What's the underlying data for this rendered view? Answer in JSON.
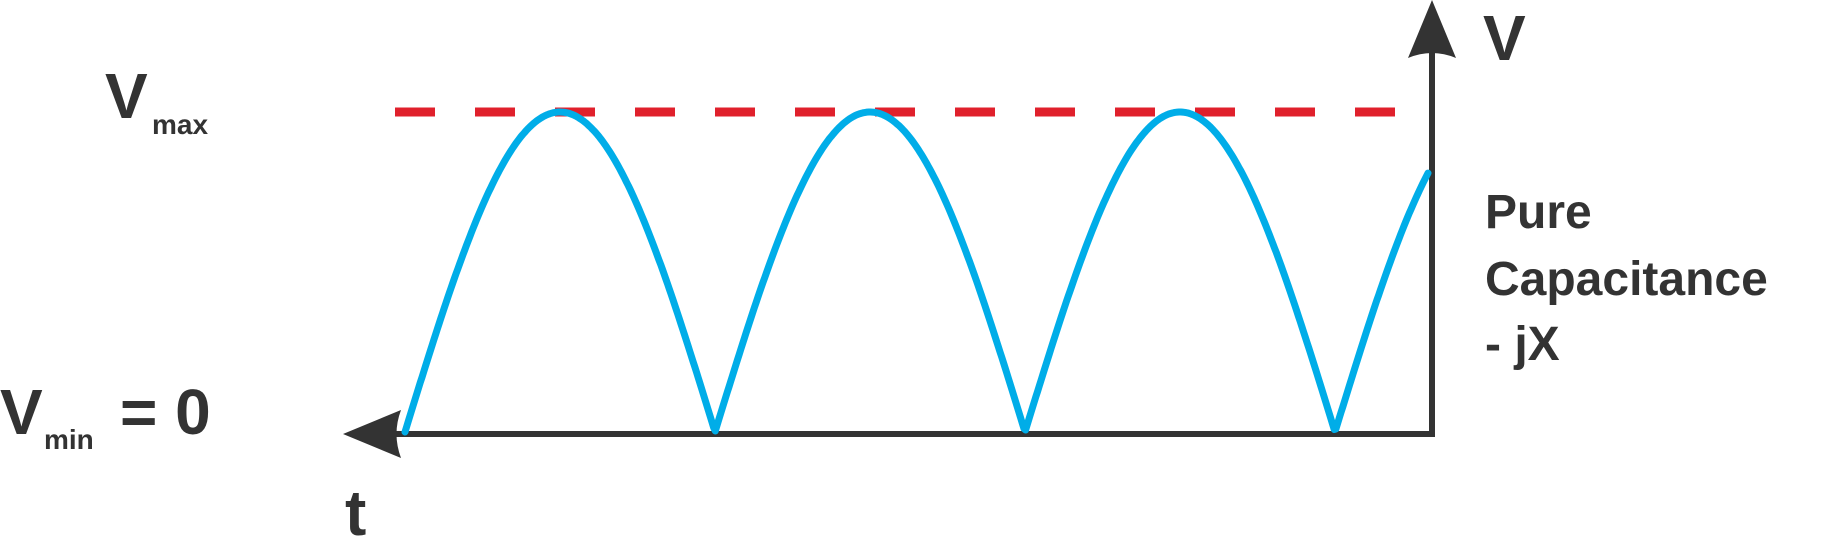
{
  "labels": {
    "vmax_main": "V",
    "vmax_sub": "max",
    "vmin_main": "V",
    "vmin_sub": "min",
    "vmin_eq": "= 0",
    "axis_v": "V",
    "axis_t": "t",
    "desc_line1": "Pure",
    "desc_line2": "Capacitance",
    "desc_line3": "- jX"
  },
  "colors": {
    "axis": "#333333",
    "wave": "#00ade8",
    "vmax_line": "#e0202c",
    "text": "#333333"
  },
  "wave": {
    "type": "full-wave rectified sine",
    "vmin": 0,
    "vmax": 1,
    "humps": 3.3
  }
}
